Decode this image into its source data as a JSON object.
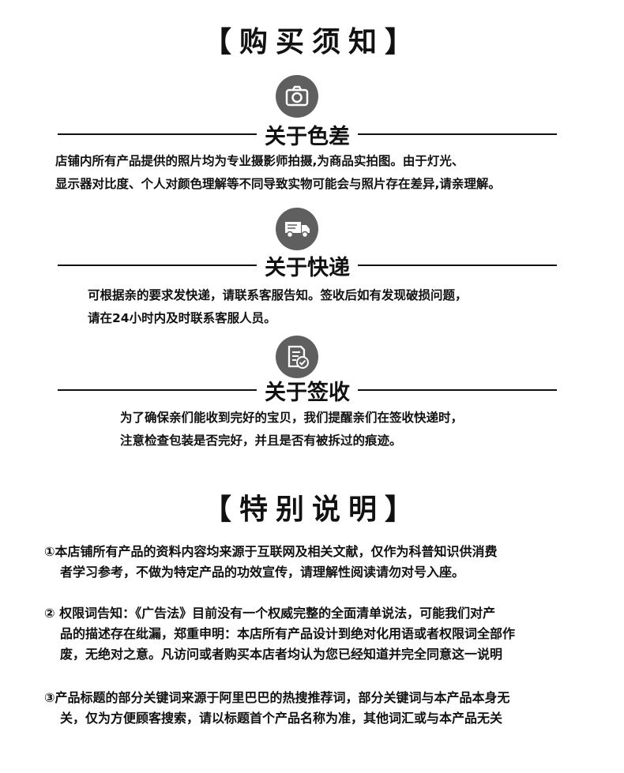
{
  "purchase_notice": {
    "title": "【购买须知】",
    "sections": [
      {
        "icon": "camera-icon",
        "heading": "关于色差",
        "lines": [
          "店铺内所有产品提供的照片均为专业摄影师拍摄,为商品实拍图。由于灯光、",
          "显示器对比度、个人对颜色理解等不同导致实物可能会与照片存在差异,请亲理解。"
        ]
      },
      {
        "icon": "delivery-truck-icon",
        "heading": "关于快递",
        "lines": [
          "可根据亲的要求发快递，请联系客服告知。签收后如有发现破损问题，",
          "请在24小时内及时联系客服人员。"
        ]
      },
      {
        "icon": "document-check-icon",
        "heading": "关于签收",
        "lines": [
          "为了确保亲们能收到完好的宝贝，我们提醒亲们在签收快递时，",
          "注意检查包装是否完好，并且是否有被拆过的痕迹。"
        ]
      }
    ]
  },
  "special_notes": {
    "title": "【特别说明】",
    "items": [
      {
        "marker": "①",
        "lines": [
          "本店铺所有产品的资料内容均来源于互联网及相关文献，仅作为科普知识供消费",
          "者学习参考，不做为特定产品的功效宣传，请理解性阅读请勿对号入座。"
        ]
      },
      {
        "marker": "②",
        "lines": [
          " 权限词告知：《广告法》目前没有一个权威完整的全面清单说法，可能我们对产",
          "品的描述存在纰漏，郑重申明：本店所有产品设计到绝对化用语或者权限词全部作",
          "废，无绝对之意。凡访问或者购买本店者均认为您已经知道并完全同意这一说明"
        ]
      },
      {
        "marker": "③",
        "lines": [
          "产品标题的部分关键词来源于阿里巴巴的热搜推荐词，部分关键词与本产品本身无",
          "关，仅为方便顾客搜索，请以标题首个产品名称为准，其他词汇或与本产品无关"
        ]
      }
    ]
  },
  "colors": {
    "icon_bg": "#5f5f5f",
    "text": "#111111"
  }
}
